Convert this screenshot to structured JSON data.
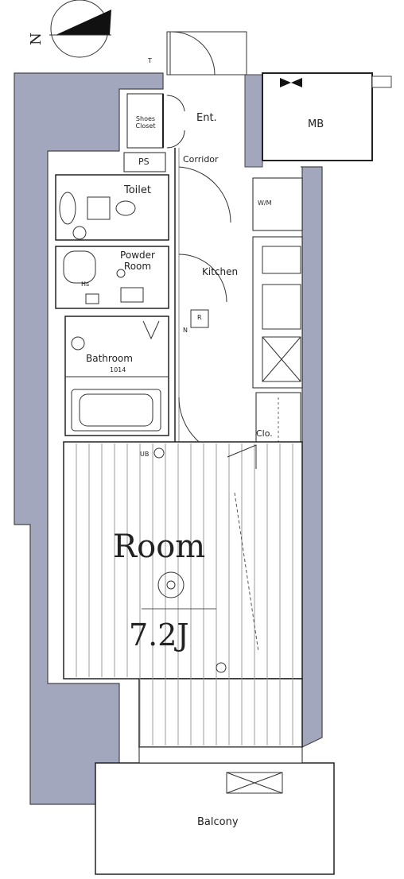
{
  "compass": {
    "letter": "N"
  },
  "rooms": {
    "shoes_closet": "Shoes Closet",
    "entrance": "Ent.",
    "mb": "MB",
    "ps": "PS",
    "corridor": "Corridor",
    "toilet": "Toilet",
    "powder_room": "Powder Room",
    "kitchen": "Kitchen",
    "bathroom": "Bathroom",
    "bathroom_code": "1014",
    "wm": "W/M",
    "clo": "Clo.",
    "room": "Room",
    "room_size": "7.2J",
    "balcony": "Balcony"
  },
  "symbols": {
    "t": "T",
    "r": "R",
    "n": "N",
    "hs": "Hs",
    "ub": "UB"
  }
}
